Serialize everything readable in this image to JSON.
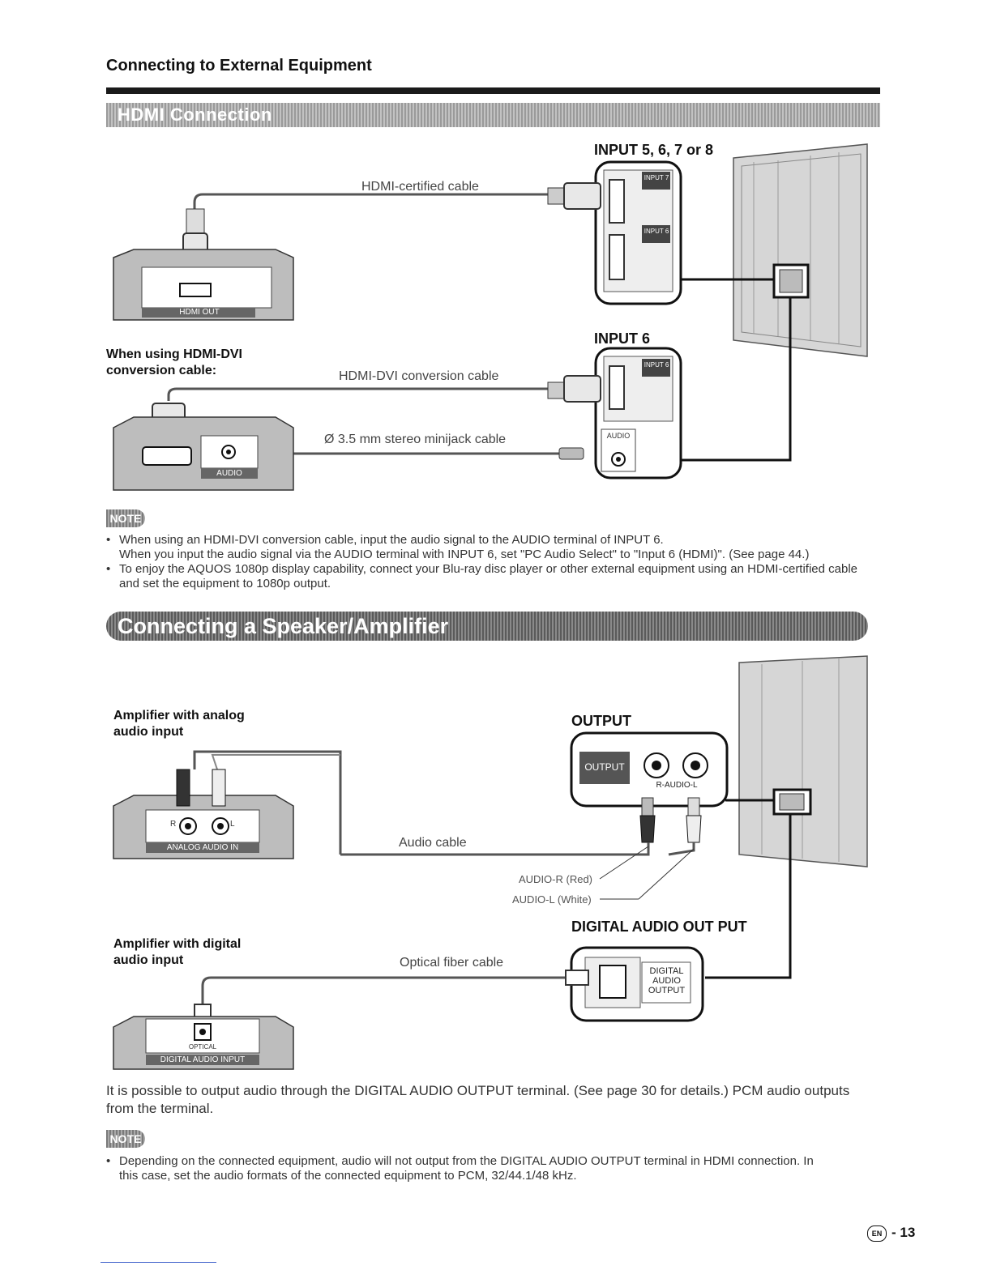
{
  "header": {
    "title": "Connecting to External Equipment"
  },
  "hdmi_section": {
    "title": "HDMI Connection",
    "input_label": "INPUT 5, 6, 7 or 8",
    "input6_label": "INPUT 6",
    "cable_label": "HDMI-certified cable",
    "dvi_heading": "When using HDMI-DVI conversion cable:",
    "dvi_cable_label": "HDMI-DVI conversion cable",
    "minijack_label": "Ø 3.5 mm stereo minijack cable",
    "device_hdmi_out": "HDMI OUT",
    "device_audio": "AUDIO",
    "port_input7": "INPUT 7",
    "port_input6": "INPUT 6",
    "port_audio": "AUDIO"
  },
  "note1": {
    "badge": "NOTE",
    "items": [
      "When using an HDMI-DVI conversion cable, input the audio signal to the AUDIO terminal of INPUT 6.",
      "When you input the audio signal via the AUDIO terminal with INPUT 6, set \"PC Audio Select\" to \"Input 6 (HDMI)\". (See page 44.)",
      "To enjoy the AQUOS 1080p display capability, connect your Blu-ray disc player or other external equipment using an HDMI-certified cable and set the equipment to 1080p output."
    ]
  },
  "speaker_section": {
    "title": "Connecting a Speaker/Amplifier",
    "analog_heading": "Amplifier with analog audio input",
    "output_label": "OUTPUT",
    "output_port": "OUTPUT",
    "r_audio_l": "R-AUDIO-L",
    "audio_cable": "Audio cable",
    "audio_r": "AUDIO-R (Red)",
    "audio_l": "AUDIO-L (White)",
    "analog_device": "ANALOG AUDIO IN",
    "r": "R",
    "l": "L",
    "digital_heading": "Amplifier with digital audio input",
    "digital_out_label": "DIGITAL AUDIO OUT PUT",
    "optical_cable": "Optical fiber cable",
    "digital_port": "DIGITAL AUDIO OUTPUT",
    "optical": "OPTICAL",
    "digital_device": "DIGITAL AUDIO INPUT"
  },
  "body_text": "It is possible to output audio through the DIGITAL AUDIO OUTPUT terminal. (See page 30 for details.) PCM audio outputs from the terminal.",
  "note2": {
    "badge": "NOTE",
    "items": [
      "Depending on the connected equipment, audio will not output from the DIGITAL AUDIO OUTPUT terminal in HDMI connection. In this case, set the audio formats of the connected equipment to PCM, 32/44.1/48 kHz."
    ]
  },
  "footer": {
    "lang": "EN",
    "page": "- 13"
  }
}
